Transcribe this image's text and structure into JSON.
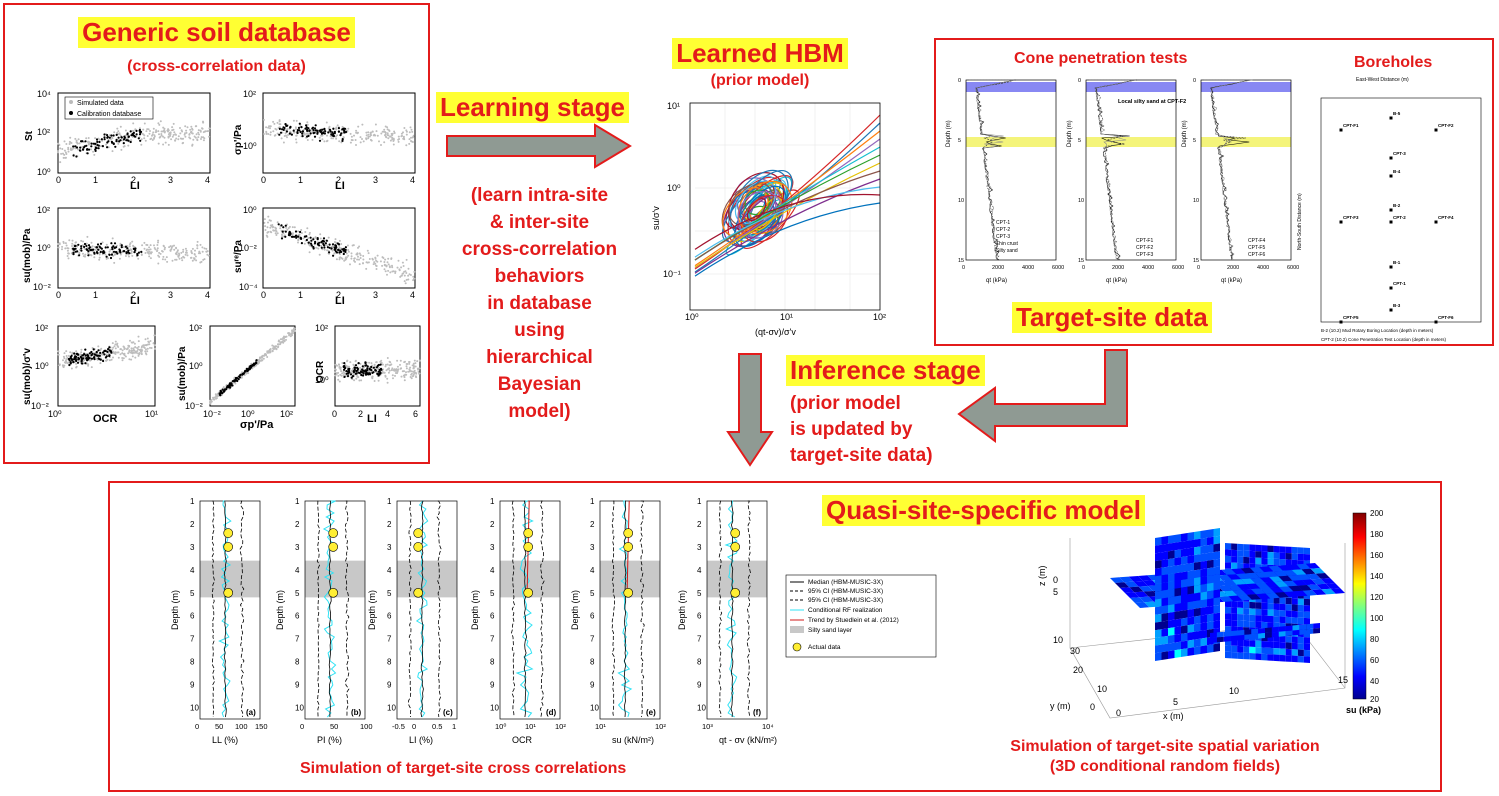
{
  "database": {
    "title": "Generic soil database",
    "subtitle": "(cross-correlation data)",
    "legend": [
      "Simulated data",
      "Calibration database"
    ],
    "plots": [
      {
        "ylabel": "St",
        "xlabel": "LI",
        "xticks": [
          "0",
          "1",
          "2",
          "3",
          "4"
        ],
        "yticks": [
          "10⁴",
          "10²",
          "10⁰"
        ]
      },
      {
        "ylabel": "σp'/Pa",
        "xlabel": "LI",
        "xticks": [
          "0",
          "1",
          "2",
          "3",
          "4"
        ],
        "yticks": [
          "10²",
          "10⁰"
        ]
      },
      {
        "ylabel": "su(mob)/Pa",
        "xlabel": "LI",
        "xticks": [
          "0",
          "1",
          "2",
          "3",
          "4"
        ],
        "yticks": [
          "10²",
          "10⁰",
          "10⁻²"
        ]
      },
      {
        "ylabel": "suʳᵉ/Pa",
        "xlabel": "LI",
        "xticks": [
          "0",
          "1",
          "2",
          "3",
          "4"
        ],
        "yticks": [
          "10⁰",
          "10⁻²",
          "10⁻⁴"
        ]
      },
      {
        "ylabel": "su(mob)/σ'v",
        "xlabel": "OCR",
        "xticks": [
          "10⁰",
          "10¹"
        ],
        "yticks": [
          "10²",
          "10⁰",
          "10⁻²"
        ]
      },
      {
        "ylabel": "su(mob)/Pa",
        "xlabel": "σp'/Pa",
        "xticks": [
          "10⁻²",
          "10⁰",
          "10²"
        ],
        "yticks": [
          "10²",
          "10⁰",
          "10⁻²"
        ]
      },
      {
        "ylabel": "OCR",
        "xlabel": "LI",
        "xticks": [
          "0",
          "2",
          "4",
          "6"
        ],
        "yticks": [
          "10²",
          "10⁰"
        ]
      }
    ]
  },
  "learning": {
    "stage_label": "Learning stage",
    "description": [
      "(learn intra-site",
      "& inter-site",
      "cross-correlation",
      "behaviors",
      "in database",
      "using",
      "hierarchical",
      "Bayesian",
      "model)"
    ]
  },
  "hbm": {
    "title": "Learned HBM",
    "subtitle": "(prior model)",
    "ylabel": "su/σ'v",
    "xlabel": "(qt-σv)/σ'v",
    "xticks": [
      "10⁰",
      "10¹",
      "10²"
    ],
    "yticks": [
      "10¹",
      "10⁰",
      "10⁻¹"
    ]
  },
  "target": {
    "cpt_title": "Cone penetration tests",
    "bh_title": "Boreholes",
    "label": "Target-site data",
    "cpt_xlabel": "qt (kPa)",
    "cpt_ylabel": "Depth (m)",
    "cpt_xticks": [
      "0",
      "2000",
      "4000",
      "6000"
    ],
    "cpt_yticks": [
      "0",
      "5",
      "10",
      "15"
    ],
    "cpt_legends": [
      [
        "CPT-1",
        "CPT-2",
        "CPT-3",
        "Thin crust",
        "Silty sand"
      ],
      [
        "CPT-F1",
        "CPT-F2",
        "CPT-F3"
      ],
      [
        "CPT-F4",
        "CPT-F5",
        "CPT-F6"
      ]
    ],
    "annotation": "Local silty sand at CPT-F2",
    "bh_xlabel": "East-West Distance (m)",
    "bh_ylabel": "North-South Distance (m)",
    "bh_points": [
      "CPT-F1",
      "B-5",
      "CPT-F2",
      "CPT-3",
      "B-4",
      "B-2",
      "CPT-F3",
      "CPT-2",
      "CPT-F4",
      "B-1",
      "CPT-1",
      "B-3",
      "CPT-F5",
      "CPT-F6"
    ],
    "bh_legend": [
      "B-2 (10.2)  Mud Rotary Boring Location (depth in meters)",
      "CPT-2 (10.2)  Cone Penetration Test Location (depth in meters)"
    ]
  },
  "inference": {
    "stage_label": "Inference stage",
    "description": [
      "(prior model",
      "is updated by",
      "target-site data)"
    ]
  },
  "quasi": {
    "title": "Quasi-site-specific model",
    "caption_left": "Simulation of target-site cross correlations",
    "caption_right": [
      "Simulation of target-site spatial variation",
      "(3D conditional random fields)"
    ],
    "depth_label": "Depth (m)",
    "panels": [
      {
        "id": "(a)",
        "xlabel": "LL (%)",
        "xticks": [
          "0",
          "50",
          "100",
          "150"
        ]
      },
      {
        "id": "(b)",
        "xlabel": "PI (%)",
        "xticks": [
          "0",
          "50",
          "100"
        ]
      },
      {
        "id": "(c)",
        "xlabel": "LI (%)",
        "xticks": [
          "-0.5",
          "0",
          "0.5",
          "1"
        ]
      },
      {
        "id": "(d)",
        "xlabel": "OCR",
        "xticks": [
          "10⁰",
          "10¹",
          "10²"
        ]
      },
      {
        "id": "(e)",
        "xlabel": "su (kN/m²)",
        "xticks": [
          "10¹",
          "10²"
        ]
      },
      {
        "id": "(f)",
        "xlabel": "qt - σv (kN/m²)",
        "xticks": [
          "10³",
          "10⁴"
        ]
      }
    ],
    "depth_ticks": [
      "1",
      "2",
      "3",
      "4",
      "5",
      "6",
      "7",
      "8",
      "9",
      "10"
    ],
    "legend": [
      "Median (HBM-MUSIC-3X)",
      "95% CI (HBM-MUSIC-3X)",
      "95% CI (HBM-MUSIC-3X)",
      "Conditional RF realization",
      "Trend by Stuedlein et al. (2012)",
      "Silty sand layer",
      "Actual data"
    ],
    "colorbar_label": "su (kPa)",
    "colorbar_ticks": [
      "200",
      "180",
      "160",
      "140",
      "120",
      "100",
      "80",
      "60",
      "40",
      "20"
    ],
    "rf_axes": {
      "z": "z (m)",
      "y": "y (m)",
      "x": "x (m)",
      "zticks": [
        "0",
        "5",
        "10"
      ],
      "yticks": [
        "0",
        "10",
        "20",
        "30"
      ],
      "xticks": [
        "0",
        "5",
        "10",
        "15"
      ]
    }
  },
  "colors": {
    "accent": "#e31b1b",
    "highlight": "#ffff33",
    "arrow": "#8f9a93"
  }
}
